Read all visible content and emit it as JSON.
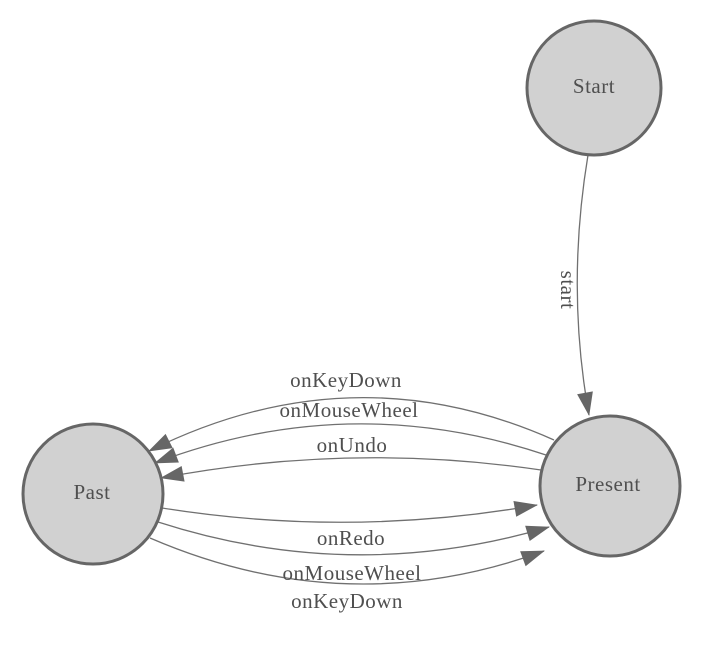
{
  "colors": {
    "background": "#ffffff",
    "node_fill": "#d1d1d1",
    "node_border": "#666666",
    "edge_line": "#707070",
    "arrow": "#666666",
    "label_text": "#4f4f4f"
  },
  "diagram": {
    "type": "state-machine",
    "nodes": [
      {
        "id": "start",
        "label": "Start"
      },
      {
        "id": "present",
        "label": "Present"
      },
      {
        "id": "past",
        "label": "Past"
      }
    ],
    "edges": [
      {
        "from": "Start",
        "to": "Present",
        "label": "start"
      },
      {
        "from": "Present",
        "to": "Past",
        "label": "onKeyDown"
      },
      {
        "from": "Present",
        "to": "Past",
        "label": "onMouseWheel"
      },
      {
        "from": "Present",
        "to": "Past",
        "label": "onUndo"
      },
      {
        "from": "Past",
        "to": "Present",
        "label": "onRedo"
      },
      {
        "from": "Past",
        "to": "Present",
        "label": "onMouseWheel"
      },
      {
        "from": "Past",
        "to": "Present",
        "label": "onKeyDown"
      }
    ]
  }
}
